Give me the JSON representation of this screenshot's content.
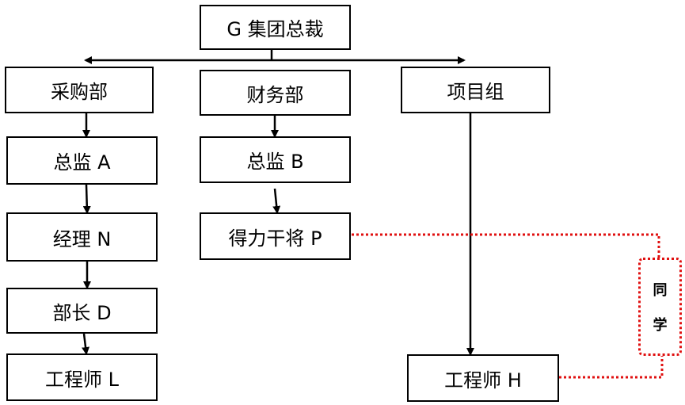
{
  "nodes": {
    "ceo": "G 集团总裁",
    "purchasing": "采购部",
    "finance": "财务部",
    "project": "项目组",
    "director_a": "总监 A",
    "manager_n": "经理 N",
    "head_d": "部长 D",
    "engineer_l": "工程师 L",
    "director_b": "总监 B",
    "staff_p": "得力干将 P",
    "engineer_h": "工程师 H"
  },
  "relation": {
    "line1": "同",
    "line2": "学",
    "color": "#e01010"
  }
}
